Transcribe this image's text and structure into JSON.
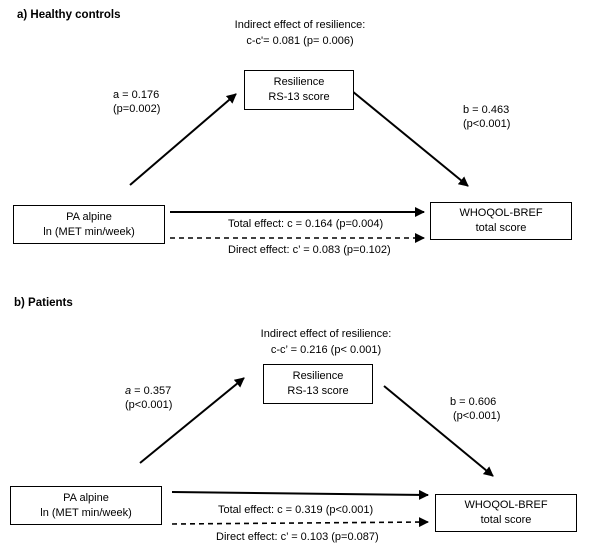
{
  "panel_a": {
    "heading": "a)  Healthy controls",
    "indirect_title": "Indirect effect of resilience:",
    "indirect_value": "c-c'= 0.081 (p= 0.006)",
    "mediator": {
      "line1": "Resilience",
      "line2": "RS-13 score"
    },
    "predictor": {
      "line1": "PA alpine",
      "line2": "ln (MET min/week)"
    },
    "outcome": {
      "line1": "WHOQOL-BREF",
      "line2": "total score"
    },
    "path_a": {
      "coef": "a = 0.176",
      "p": "(p=0.002)"
    },
    "path_b": {
      "coef": "b = 0.463",
      "p": "(p<0.001)"
    },
    "total_effect": "Total effect: c = 0.164 (p=0.004)",
    "direct_effect": "Direct effect: c’ = 0.083 (p=0.102)"
  },
  "panel_b": {
    "heading": "b)  Patients",
    "indirect_title": "Indirect effect of resilience:",
    "indirect_value": "c-c’ = 0.216 (p< 0.001)",
    "mediator": {
      "line1": "Resilience",
      "line2": "RS-13 score"
    },
    "predictor": {
      "line1": "PA alpine",
      "line2": "ln (MET min/week)"
    },
    "outcome": {
      "line1": "WHOQOL-BREF",
      "line2": "total score"
    },
    "path_a": {
      "coef_prefix": "a",
      "coef": " = 0.357",
      "p": "(p<0.001)"
    },
    "path_b": {
      "coef": "b =  0.606",
      "p": "(p<0.001)"
    },
    "total_effect": "Total effect: c = 0.319 (p<0.001)",
    "direct_effect": "Direct effect: c’ = 0.103 (p=0.087)"
  }
}
